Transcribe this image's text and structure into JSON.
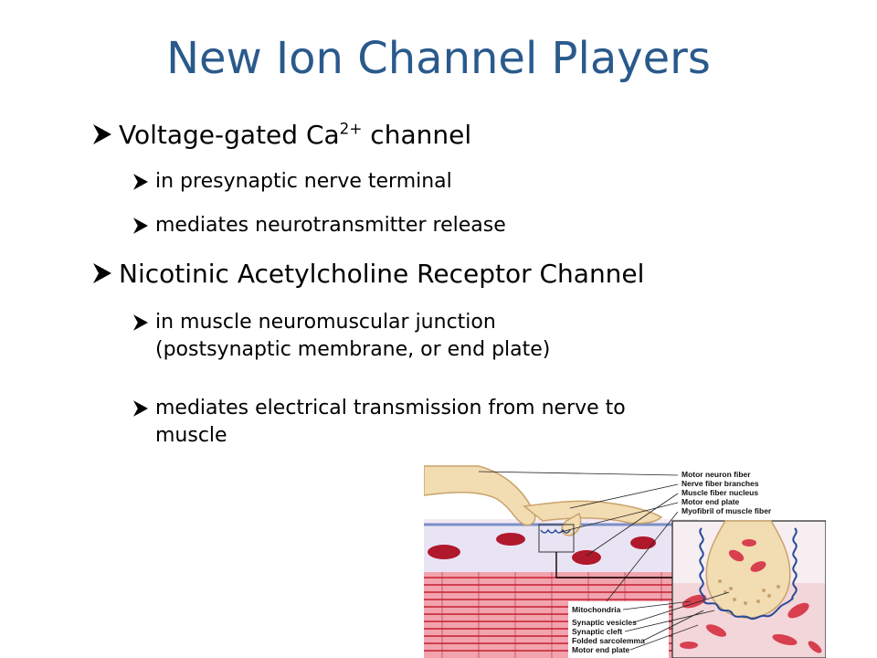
{
  "slide": {
    "title": "New Ion Channel Players",
    "bullets": [
      {
        "text_pre": "Voltage-gated Ca",
        "text_sup": "2+",
        "text_post": " channel",
        "sub": [
          "in presynaptic nerve terminal",
          "mediates neurotransmitter release"
        ]
      },
      {
        "text": "Nicotinic Acetylcholine Receptor Channel",
        "sub": [
          {
            "line1": "in muscle neuromuscular junction",
            "line2": "(postsynaptic membrane, or end plate)"
          },
          {
            "line1": "mediates electrical transmission from nerve to",
            "line2": "muscle"
          }
        ]
      }
    ]
  },
  "figure": {
    "labels_top": [
      "Motor neuron fiber",
      "Nerve fiber branches",
      "Muscle fiber nucleus",
      "Motor end plate",
      "Myofibril of muscle fiber"
    ],
    "labels_bottom": [
      "Mitochondria",
      "Synaptic vesicles",
      "Synaptic cleft",
      "Folded sarcolemma",
      "Motor end plate"
    ]
  },
  "colors": {
    "title": "#2a5a8c",
    "nerve": "#f2dcb2",
    "muscle": "#e04a5a",
    "nucleus": "#b0182c",
    "membrane": "#2a4a9a"
  },
  "icons": {
    "bullet": "arrow-bullet-icon"
  }
}
